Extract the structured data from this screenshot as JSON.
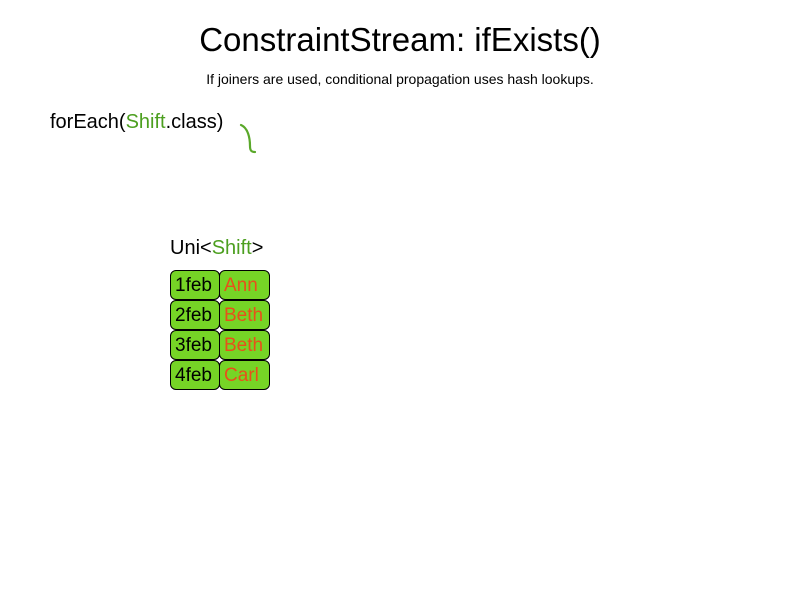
{
  "slide": {
    "title": "ConstraintStream: ifExists()",
    "subtitle": "If joiners are used, conditional propagation uses hash lookups."
  },
  "code": {
    "foreach_prefix": "forEach(",
    "foreach_type": "Shift",
    "foreach_suffix": ".class)"
  },
  "stream": {
    "label_prefix": "Uni<",
    "label_type": "Shift",
    "label_suffix": ">"
  },
  "table": {
    "rows": [
      {
        "date": "1feb",
        "name": "Ann"
      },
      {
        "date": "2feb",
        "name": "Beth"
      },
      {
        "date": "3feb",
        "name": "Beth"
      },
      {
        "date": "4feb",
        "name": "Carl"
      }
    ]
  },
  "colors": {
    "background": "#ffffff",
    "text": "#000000",
    "type_green": "#4c9f1f",
    "cell_green": "#76d426",
    "name_orange": "#e8501a",
    "connector_green": "#5aa82a"
  }
}
